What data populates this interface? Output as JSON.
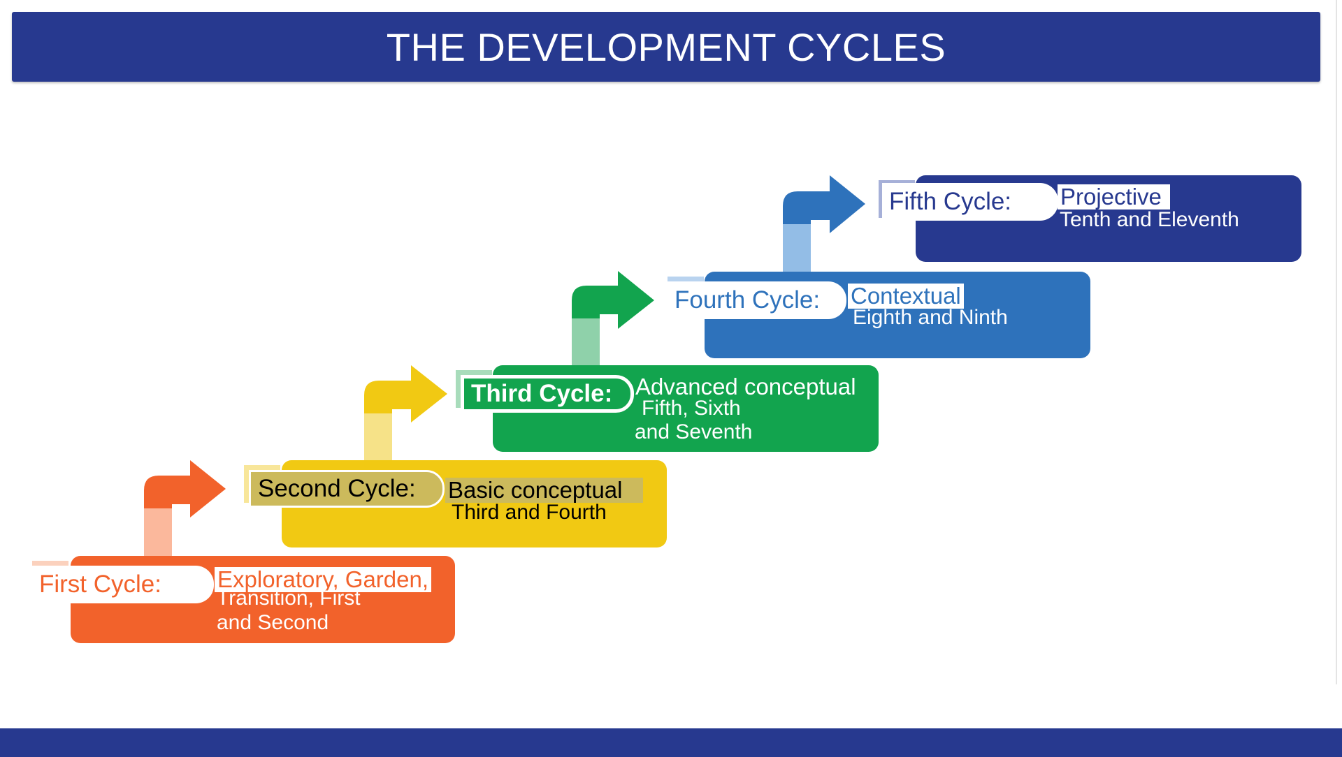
{
  "header": {
    "title": "THE DEVELOPMENT CYCLES"
  },
  "cycles": [
    {
      "label": "First Cycle:",
      "title": "Exploratory, Garden,",
      "grades": [
        "Transition, First",
        "and Second"
      ],
      "color": "#f2622b",
      "light_color": "#fbb89c"
    },
    {
      "label": "Second Cycle:",
      "title": "Basic conceptual",
      "grades": [
        "Third and Fourth"
      ],
      "color": "#f1c913",
      "light_color": "#f6e288"
    },
    {
      "label": "Third Cycle:",
      "title": "Advanced conceptual",
      "grades": [
        "Fifth, Sixth",
        "and Seventh"
      ],
      "color": "#12a44e",
      "light_color": "#8fd1aa"
    },
    {
      "label": "Fourth Cycle:",
      "title": "Contextual",
      "grades": [
        "Eighth and Ninth"
      ],
      "color": "#2e72bb",
      "light_color": "#93bde6"
    },
    {
      "label": "Fifth Cycle:",
      "title": "Projective",
      "grades": [
        "Tenth and Eleventh"
      ],
      "color": "#27398f",
      "light_color": "#8fa0d6"
    }
  ],
  "colors": {
    "header": "#27398f",
    "footer": "#27398f"
  }
}
